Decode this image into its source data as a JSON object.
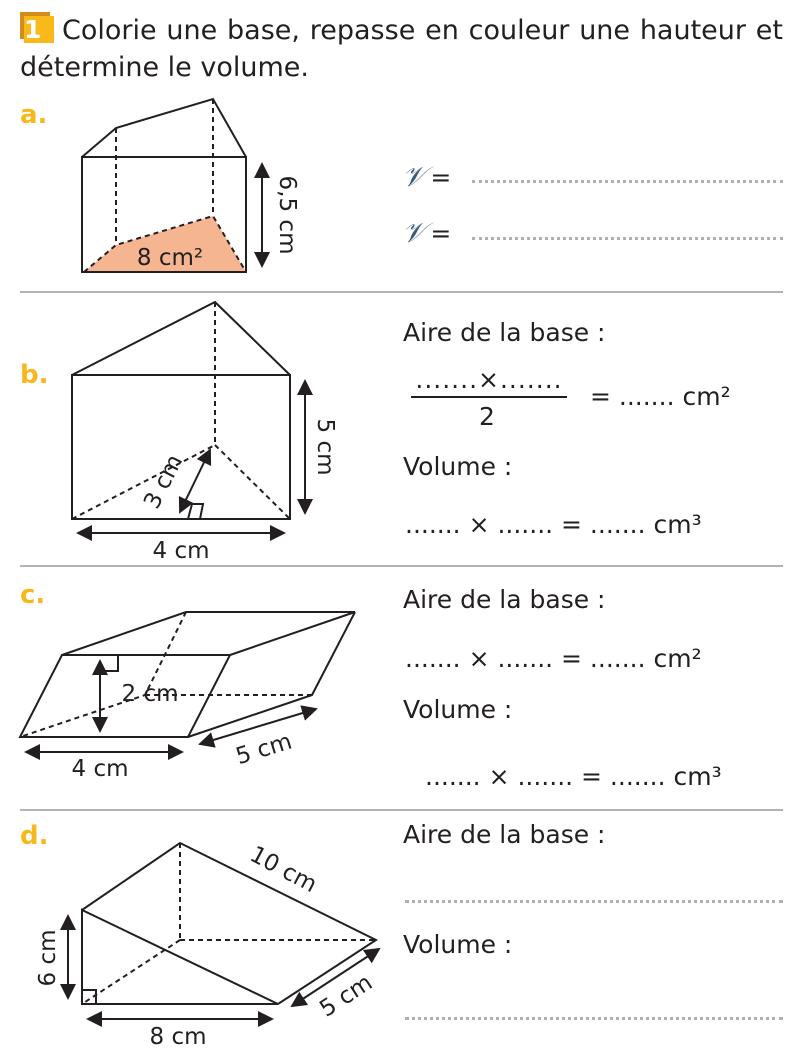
{
  "exercise": {
    "number": "1",
    "instruction": "Colorie une base, repasse en couleur une hauteur et détermine le volume."
  },
  "parts": {
    "a": {
      "label": "a.",
      "base_area": "8 cm²",
      "height": "6,5 cm",
      "base_fill": "#f5b591",
      "line1_symbol": "𝒱",
      "line2_symbol": "𝒱",
      "equals": "="
    },
    "b": {
      "label": "b.",
      "height_label": "5 cm",
      "triangle_height": "3 cm",
      "base_length": "4 cm",
      "area_title": "Aire de la base :",
      "numerator": ".......×.......",
      "denominator": "2",
      "area_result": "= ....... cm²",
      "volume_title": "Volume :",
      "volume_formula": "....... × ....... = ....... cm³"
    },
    "c": {
      "label": "c.",
      "height_label": "2 cm",
      "base_length": "4 cm",
      "depth_length": "5 cm",
      "area_title": "Aire de la base :",
      "area_formula": "....... × ....... = ....... cm²",
      "volume_title": "Volume :",
      "volume_formula": "....... × ....... = ....... cm³"
    },
    "d": {
      "label": "d.",
      "height_label": "6 cm",
      "base_length": "8 cm",
      "depth_length": "5 cm",
      "hyp_length": "10 cm",
      "area_title": "Aire de la base :",
      "volume_title": "Volume :"
    }
  },
  "colors": {
    "accent": "#f7b81c",
    "badge_shadow": "#d18c1b",
    "separator": "#b3b3b3"
  }
}
